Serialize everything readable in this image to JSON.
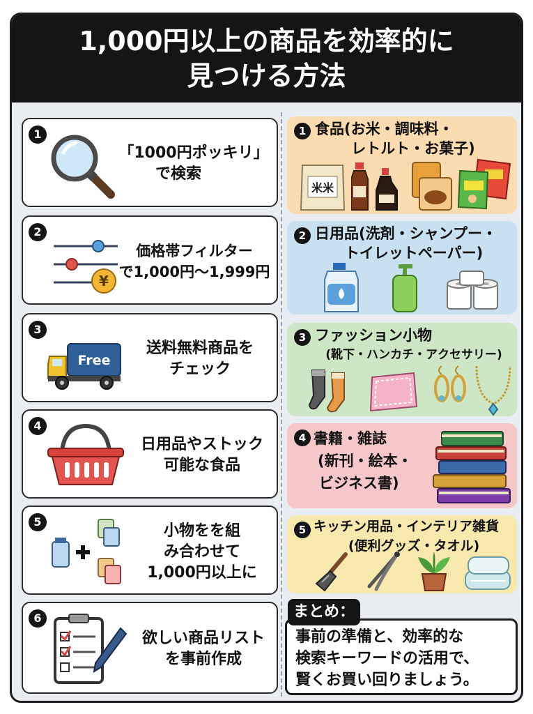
{
  "title": {
    "line1": "1,000円以上の商品を効率的に",
    "line2": "見つける方法"
  },
  "left_steps": [
    {
      "number": "1",
      "lines": [
        "「1000円ポッキリ」",
        "で検索"
      ],
      "icon": "magnifier-icon"
    },
    {
      "number": "2",
      "lines": [
        "価格帯フィルター",
        "で1,000円〜1,999円"
      ],
      "icon": "filter-slider-icon",
      "icon_text": "¥"
    },
    {
      "number": "3",
      "lines": [
        "送料無料商品を",
        "チェック"
      ],
      "icon": "delivery-truck-icon",
      "icon_text": "Free"
    },
    {
      "number": "4",
      "lines": [
        "日用品やストック",
        "可能な食品"
      ],
      "icon": "shopping-basket-icon"
    },
    {
      "number": "5",
      "lines": [
        "小物をを組",
        "み合わせて",
        "1,000円以上に"
      ],
      "icon": "combine-items-icon"
    },
    {
      "number": "6",
      "lines": [
        "欲しい商品リスト",
        "を事前作成"
      ],
      "icon": "checklist-icon"
    }
  ],
  "right_categories": [
    {
      "number": "1",
      "lines": [
        "食品(お米・調味料・",
        "レトルト・お菓子)"
      ],
      "color": "#fbdcb0",
      "icons": [
        "rice-bag-icon",
        "sauce-bottle-icon",
        "retort-pouch-icon",
        "snack-bag-icon"
      ],
      "icon_texts": {
        "rice": "米米"
      }
    },
    {
      "number": "2",
      "lines": [
        "日用品(洗剤・シャンプー・",
        "トイレットペーパー)"
      ],
      "color": "#c9e0f1",
      "icons": [
        "detergent-bottle-icon",
        "shampoo-bottle-icon",
        "toilet-paper-icon"
      ]
    },
    {
      "number": "3",
      "lines": [
        "ファッション小物",
        "(靴下・ハンカチ・アクセサリー)"
      ],
      "color": "#cde6c5",
      "icons": [
        "socks-icon",
        "handkerchief-icon",
        "earrings-icon",
        "necklace-icon"
      ]
    },
    {
      "number": "4",
      "lines": [
        "書籍・雑誌",
        "(新刊・絵本・",
        "ビジネス書)"
      ],
      "color": "#f6c7c8",
      "icons": [
        "book-stack-icon"
      ]
    },
    {
      "number": "5",
      "lines": [
        "キッチン用品・インテリア雑貨",
        "(便利グッズ・タオル)"
      ],
      "color": "#f7e8ae",
      "icons": [
        "spatula-icon",
        "tongs-icon",
        "potted-plant-icon",
        "towel-icon"
      ]
    }
  ],
  "summary": {
    "label": "まとめ：",
    "lines": [
      "事前の準備と、効率的な",
      "検索キーワードの活用で、",
      "賢くお買い回りましょう。"
    ]
  }
}
